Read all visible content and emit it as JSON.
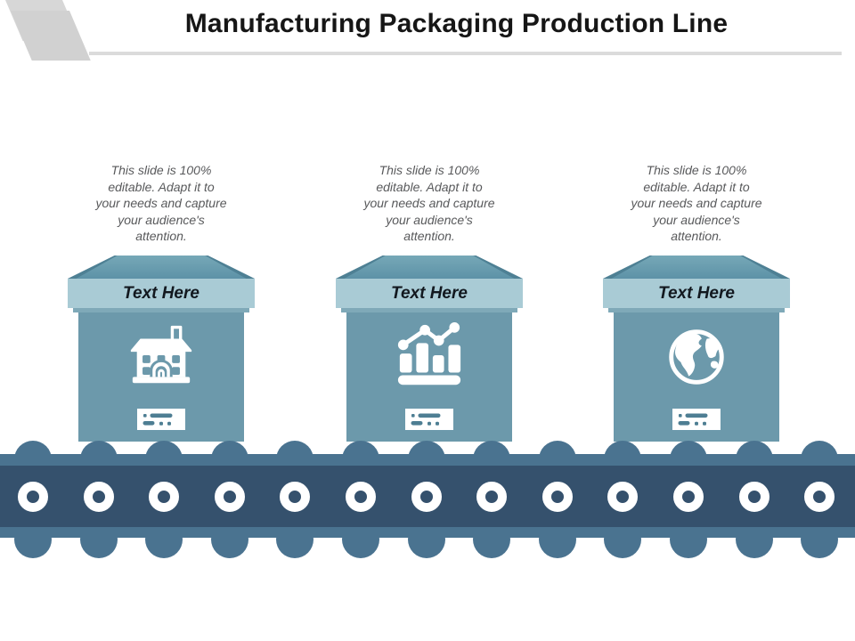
{
  "slide": {
    "title": "Manufacturing Packaging Production Line"
  },
  "packages": [
    {
      "description": "This slide is 100% editable. Adapt it to your needs and capture your audience's attention.",
      "label": "Text Here",
      "icon": "house-icon"
    },
    {
      "description": "This slide is 100% editable. Adapt it to your needs and capture your audience's attention.",
      "label": "Text Here",
      "icon": "bar-chart-icon"
    },
    {
      "description": "This slide is 100% editable. Adapt it to your needs and capture your audience's attention.",
      "label": "Text Here",
      "icon": "globe-icon"
    }
  ],
  "colors": {
    "box_body": "#6C99AB",
    "lid_band": "#A9CBD5",
    "lid_side": "#4E8094",
    "belt_outer": "#4A7390",
    "belt_inner": "#35516D",
    "label_marks": "#4E7E93",
    "description_text": "#58595B",
    "title_text": "#161616"
  }
}
